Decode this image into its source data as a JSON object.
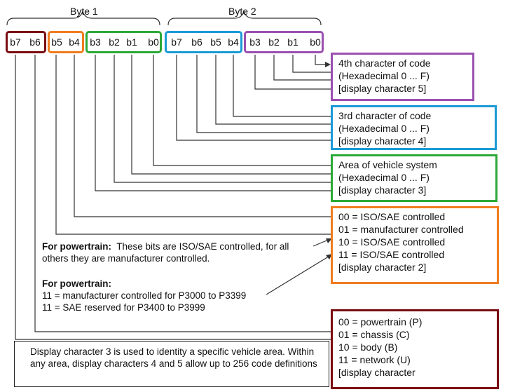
{
  "header": {
    "byte1": "Byte 1",
    "byte2": "Byte 2"
  },
  "colors": {
    "darkred": "#7a0c12",
    "orange": "#f07c20",
    "green": "#2ca838",
    "blue": "#1b9ad6",
    "purple": "#9a4fb0",
    "line": "#333333"
  },
  "bits": {
    "byte1": [
      "b7",
      "b6",
      "b5",
      "b4",
      "b3",
      "b2",
      "b1",
      "b0"
    ],
    "byte2": [
      "b7",
      "b6",
      "b5",
      "b4",
      "b3",
      "b2",
      "b1",
      "b0"
    ]
  },
  "boxes": {
    "char4": [
      "4th character of code",
      "(Hexadecimal 0 ... F)",
      "[display character 5]"
    ],
    "char3": [
      "3rd character of code",
      "(Hexadecimal 0 ... F)",
      "[display character 4]"
    ],
    "area": [
      "Area of vehicle system",
      "(Hexadecimal 0 ... F)",
      "[display character 3]"
    ],
    "control": [
      "00 = ISO/SAE controlled",
      "01 = manufacturer controlled",
      "10 = ISO/SAE controlled",
      "11 = ISO/SAE controlled",
      "[display character 2]"
    ],
    "system": [
      "00 = powertrain (P)",
      "01 = chassis (C)",
      "10 = body (B)",
      "11 = network (U)",
      "[display character"
    ]
  },
  "notes": {
    "note1_bold": "For powertrain:",
    "note1_text": "  These bits are ISO/SAE controlled, for all",
    "note1_line2": "others they are manufacturer controlled.",
    "note2_bold": "For powertrain:",
    "note2_line1": "11 = manufacturer controlled for P3000 to P3399",
    "note2_line2": "11 = SAE reserved for P3400 to P3999"
  },
  "info": "Display character 3 is used to identity a specific vehicle area. Within any area, display characters 4 and 5 allow up to 256 code definitions"
}
